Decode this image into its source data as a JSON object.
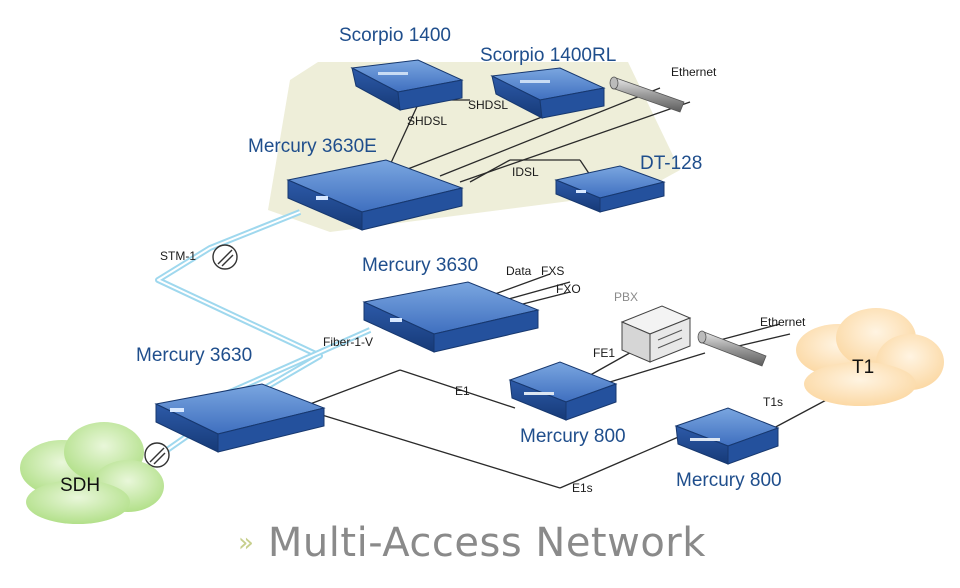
{
  "devices": {
    "scorpio_1400": "Scorpio 1400",
    "scorpio_1400rl": "Scorpio 1400RL",
    "mercury_3630e": "Mercury 3630E",
    "dt_128": "DT-128",
    "mercury_3630_mid": "Mercury 3630",
    "mercury_3630_left": "Mercury 3630",
    "mercury_800_a": "Mercury 800",
    "mercury_800_b": "Mercury 800",
    "pbx": "PBX"
  },
  "links": {
    "shdsl_1": "SHDSL",
    "shdsl_2": "SHDSL",
    "idsl": "IDSL",
    "ethernet_top": "Ethernet",
    "ethernet_right": "Ethernet",
    "stm1": "STM-1",
    "fiber": "Fiber-1-V",
    "data": "Data",
    "fxs": "FXS",
    "fxo": "FXO",
    "fe1": "FE1",
    "e1": "E1",
    "e1s": "E1s",
    "t1s": "T1s"
  },
  "clouds": {
    "sdh": "SDH",
    "t1": "T1"
  },
  "footer": {
    "chevron": "»",
    "title": "Multi-Access Network"
  },
  "colors": {
    "device_blue": "#2e5fae",
    "title_blue": "#1f4e8c",
    "fiber_cyan": "#9fd8ee",
    "zone_beige": "#eeeed9",
    "sdh_green": "#a9dc7c",
    "t1_orange": "#fbd9a2"
  }
}
